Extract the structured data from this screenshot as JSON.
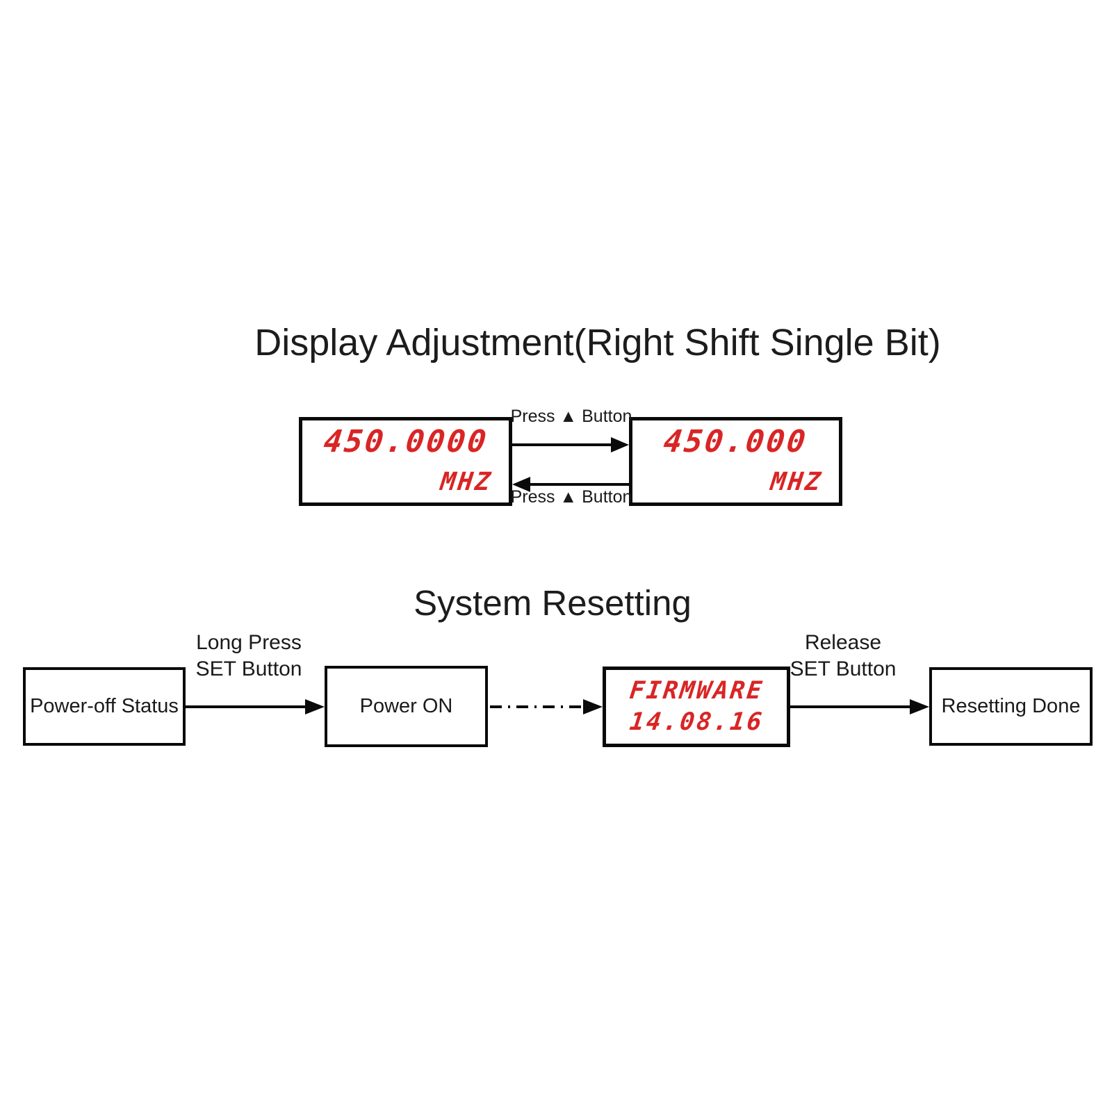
{
  "colors": {
    "led_red": "#d92525",
    "line_black": "#0a0a0a",
    "background": "#ffffff"
  },
  "display_adjustment": {
    "title": "Display Adjustment(Right Shift Single Bit)",
    "left_display": {
      "frequency": "450.0000",
      "unit": "MHZ"
    },
    "right_display": {
      "frequency": "450.000",
      "unit": "MHZ"
    },
    "forward_arrow_label": "Press ▲ Button",
    "back_arrow_label": "Press ▲ Button"
  },
  "system_resetting": {
    "title": "System Resetting",
    "steps": {
      "power_off": "Power-off Status",
      "power_on": "Power ON",
      "done": "Resetting Done"
    },
    "firmware_display": {
      "line1": "FIRMWARE",
      "line2": "14.08.16"
    },
    "long_press_label_line1": "Long Press",
    "long_press_label_line2": "SET Button",
    "release_label_line1": "Release",
    "release_label_line2": "SET Button"
  }
}
